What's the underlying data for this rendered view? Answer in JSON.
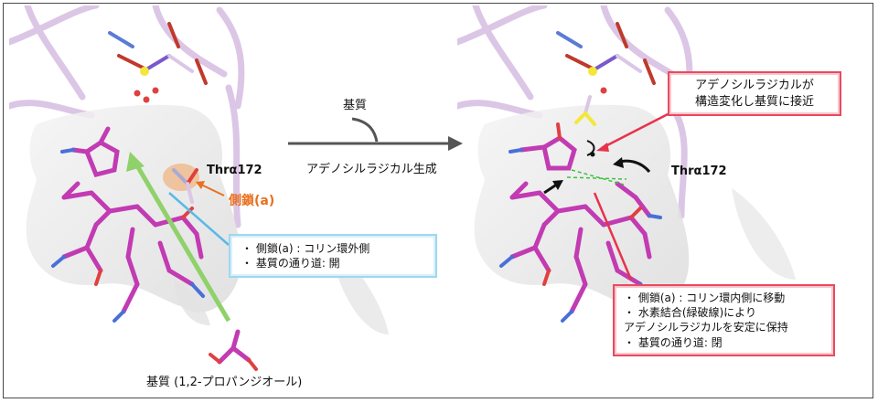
{
  "arrow": {
    "top_label": "基質",
    "bottom_label": "アデノシルラジカル生成"
  },
  "left_panel": {
    "residue_label": "Thrα172",
    "side_chain_label": "側鎖(a)",
    "info_lines": [
      "・ 側鎖(a) : コリン環外側",
      "・ 基質の通り道: 開"
    ],
    "substrate_caption": "基質 (1,2-プロパンジオール)"
  },
  "right_panel": {
    "residue_label": "Thrα172",
    "top_box_lines": [
      "アデノシルラジカルが",
      "構造変化し基質に接近"
    ],
    "info_lines": [
      "・ 側鎖(a) : コリン環内側に移動",
      "・ 水素結合(緑破線)により",
      "アデノシルラジカルを安定に保持",
      "・ 基質の通り道: 閉"
    ]
  },
  "colors": {
    "ligand": "#c23bb3",
    "protein_ribbon": "#dcc6e6",
    "surface": "#e8e8e8",
    "side_chain_highlight": "#f0a35c",
    "blue_box": "#9fd6ef",
    "red_box": "#e84a5f",
    "green_arrow": "#8fd16a",
    "hbond": "#3cc23c"
  }
}
